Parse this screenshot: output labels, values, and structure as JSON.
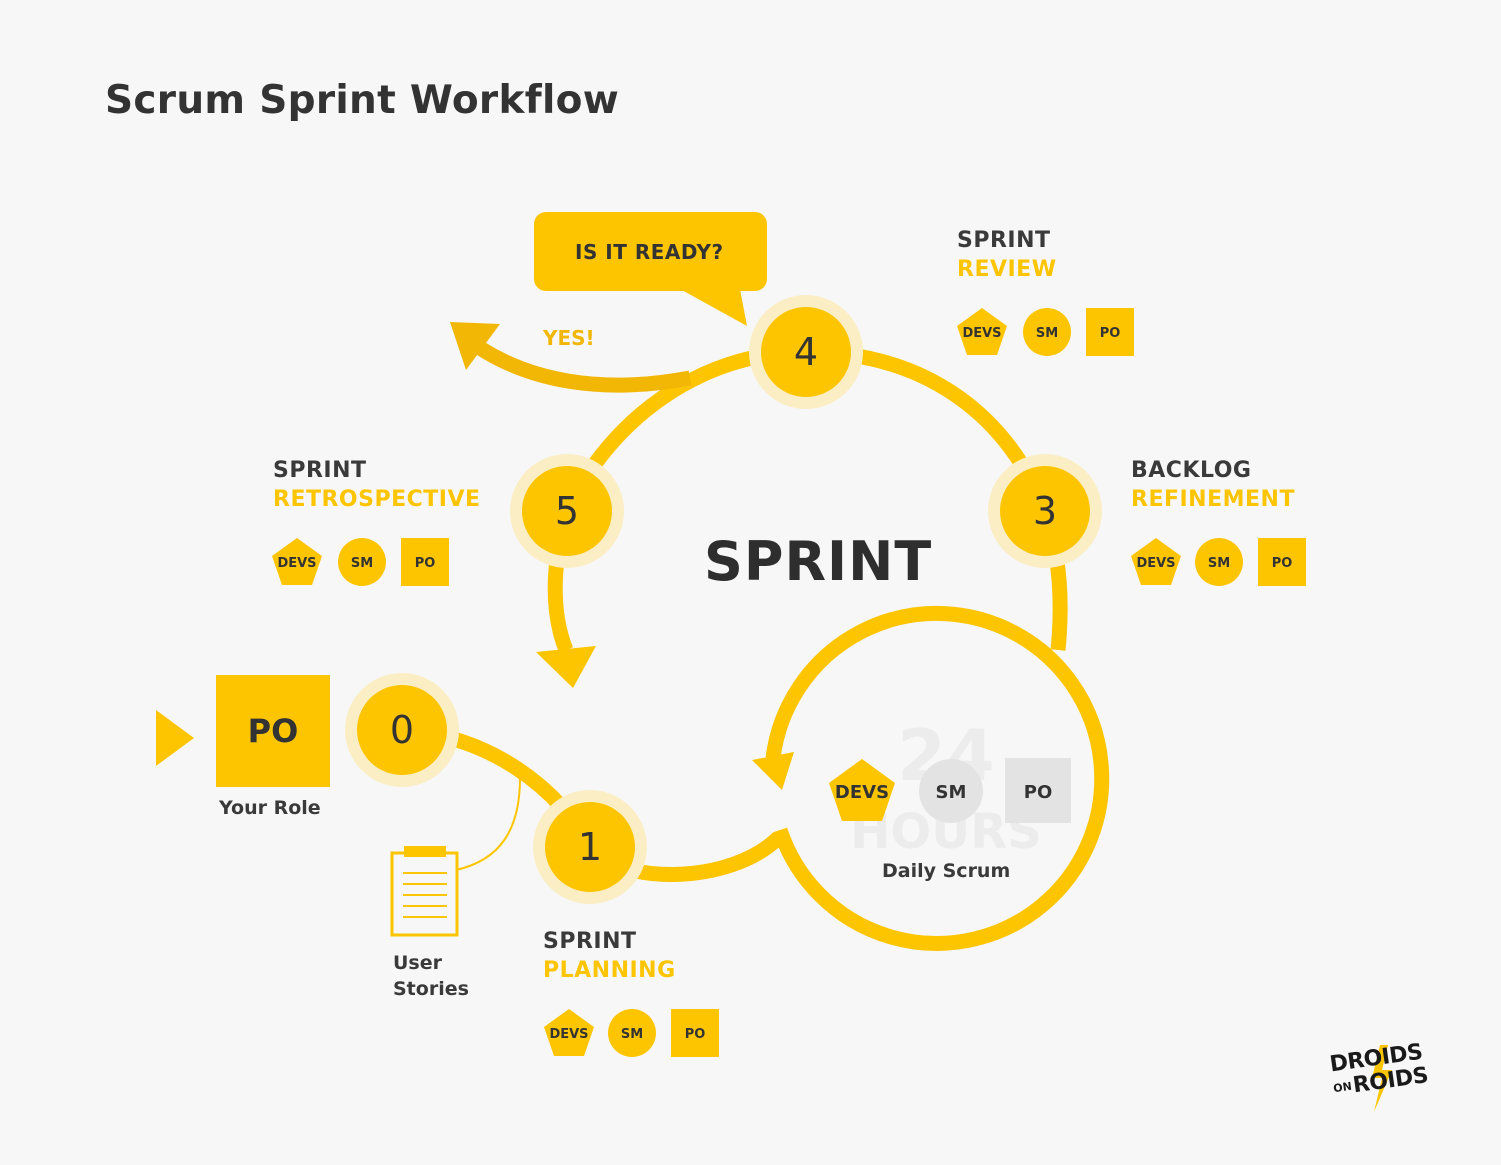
{
  "title": "Scrum Sprint Workflow",
  "center_label": "SPRINT",
  "ready_question": "IS IT READY?",
  "yes_label": "YES!",
  "steps": [
    {
      "number": "0"
    },
    {
      "number": "1",
      "line1": "SPRINT",
      "line2": "PLANNING"
    },
    {
      "number": "3",
      "line1": "BACKLOG",
      "line2": "REFINEMENT"
    },
    {
      "number": "4",
      "line1": "SPRINT",
      "line2": "REVIEW"
    },
    {
      "number": "5",
      "line1": "SPRINT",
      "line2": "RETROSPECTIVE"
    }
  ],
  "roles": {
    "devs": "DEVS",
    "sm": "SM",
    "po": "PO"
  },
  "your_role": {
    "badge": "PO",
    "label": "Your Role"
  },
  "user_stories": {
    "line1": "User",
    "line2": "Stories"
  },
  "daily_scrum": {
    "label": "Daily Scrum",
    "watermark_line1": "24",
    "watermark_line2": "HOURS"
  },
  "logo": {
    "line1": "DROIDS",
    "line2a": "ON",
    "line2b": "ROIDS"
  },
  "colors": {
    "accent": "#fdc500",
    "halo": "#fbeec4",
    "dark_text": "#333333",
    "background": "#f7f7f7",
    "gray": "#e6e6e6"
  }
}
